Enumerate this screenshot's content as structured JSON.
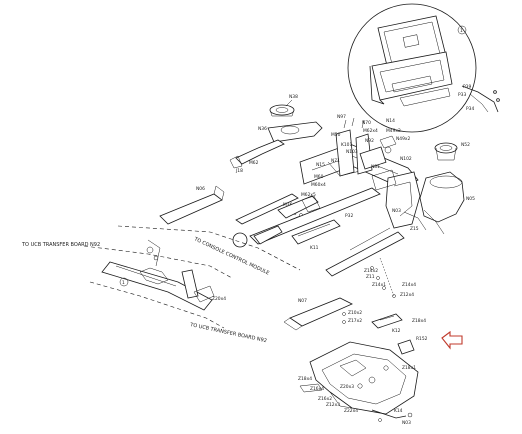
{
  "labels": {
    "callout_1": "1",
    "n38": "N38",
    "n36": "N36",
    "j18": "J18",
    "m62": "M62",
    "n97": "N97",
    "m50": "M50",
    "k101": "K101",
    "m62x4": "M62x4",
    "n70": "N70",
    "n92": "N92",
    "n103": "N103",
    "n14": "N14",
    "n49x2": "N49x2",
    "m49x2": "M49x2",
    "p33": "P33",
    "p34": "P34",
    "p39": "P39",
    "n102": "N102",
    "n71": "N71",
    "n81": "N81",
    "m60": "M60",
    "m60x4": "M60x4",
    "n15": "N15",
    "m62x5": "M62x5",
    "n05": "N05",
    "n06": "N06",
    "m36": "M36",
    "j22": "J22",
    "m62x3": "M62x3",
    "m16": "M16",
    "k11": "K11",
    "p32": "P32",
    "n03": "N03",
    "z15": "Z15",
    "z14x2": "Z14x2",
    "z11": "Z11",
    "z14x1": "Z14x1",
    "z14x4": "Z14x4",
    "z12x4": "Z12x4",
    "z18x4": "Z18x4",
    "k12": "K12",
    "z10x2": "Z10x2",
    "z17x2": "Z17x2",
    "n07": "N07",
    "n04": "N04",
    "m63": "M63",
    "z20x4": "Z20x4",
    "k13": "K13",
    "n52": "N52",
    "r152": "R152",
    "z18x1": "Z18x1",
    "z16x4": "Z16x4",
    "z20x3": "Z20x3",
    "z16x2": "Z16x2",
    "z12x3": "Z12x3",
    "z22x4": "Z22x4",
    "z18x4b": "Z18x4",
    "k14": "K14",
    "n03b": "N03"
  },
  "notes": {
    "ucb_left": "TO UCB TRANSFER BOARD N92",
    "console_module": "TO CONSOLE CONTROL MODULE",
    "ucb_bottom": "TO UCB TRANSFER BOARD N92"
  },
  "colors": {
    "line": "#1a1a1a",
    "arrow": "#c0392b",
    "background": "#ffffff"
  }
}
